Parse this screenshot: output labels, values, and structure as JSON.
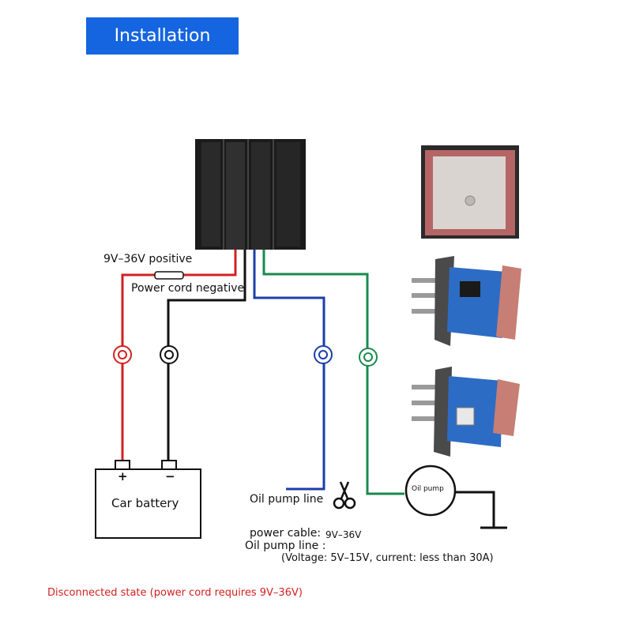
{
  "title": "Installation wiring",
  "labels": {
    "positive": "9V–36V positive",
    "negative": "Power cord negative",
    "battery": "Car battery",
    "plus": "+",
    "minus": "−",
    "oil_pump_line": "Oil pump line",
    "oil_pump": "Oil pump",
    "power_cable_label": "power cable:",
    "power_cable_value": "9V–36V",
    "oil_pump_line_label": "Oil pump line :",
    "voltage_note": "(Voltage: 5V–15V, current: less than 30A)",
    "footer": "Disconnected state (power cord requires 9V–36V)"
  },
  "colors": {
    "title_bg": "#1565e0",
    "red_wire": "#d32020",
    "black_wire": "#111111",
    "blue_wire": "#1b3fa8",
    "green_wire": "#1a8a4c",
    "footer_text": "#d32020"
  },
  "icons": [
    "relay-module-icon",
    "gps-antenna-icon",
    "circuit-board-icon",
    "scissors-icon",
    "ground-icon"
  ]
}
